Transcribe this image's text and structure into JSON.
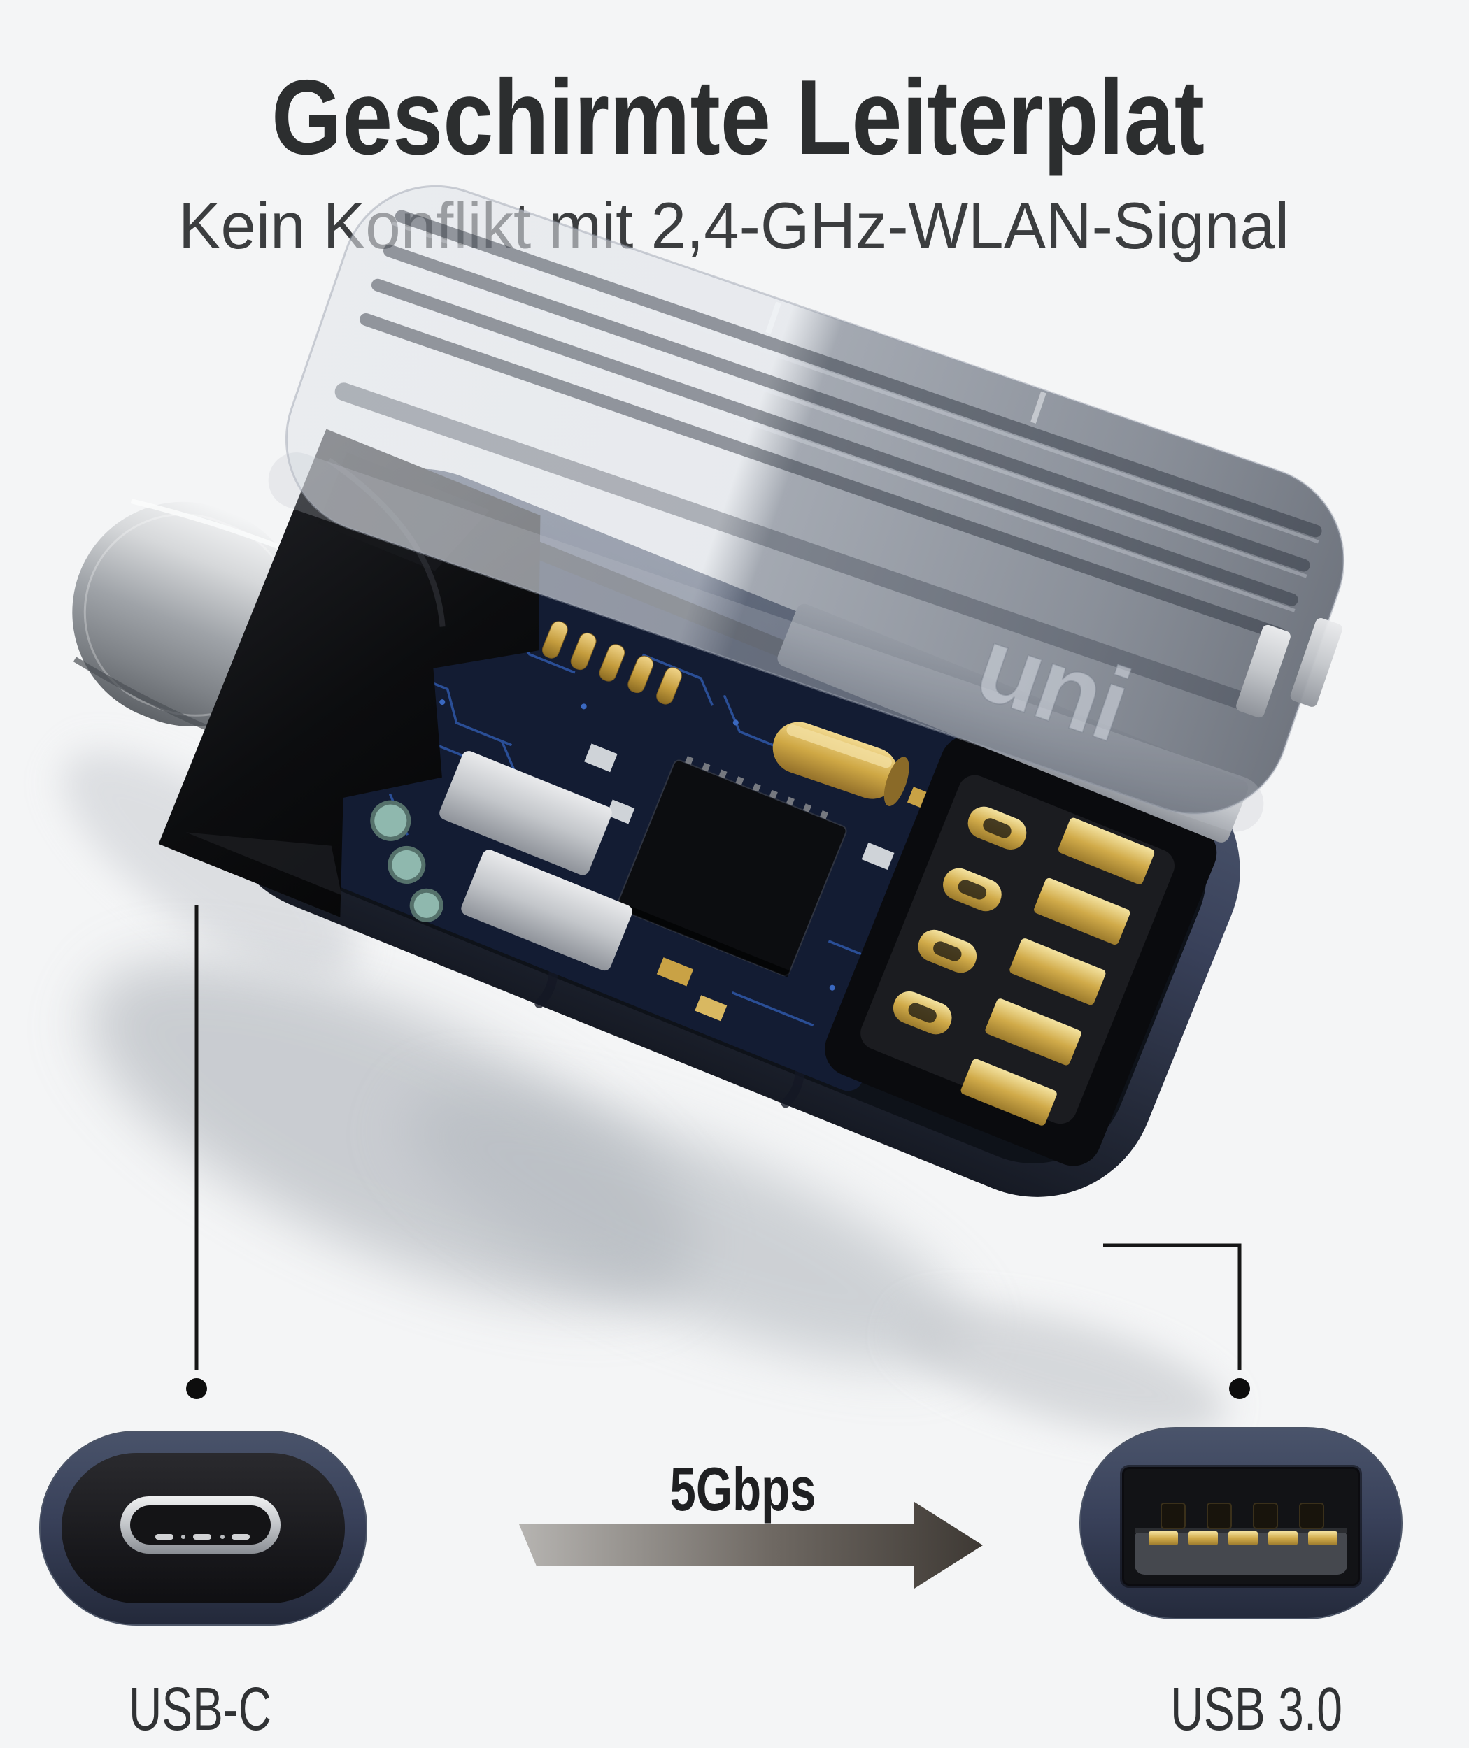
{
  "page": {
    "background": "#f4f5f6"
  },
  "header": {
    "title": "Geschirmte Leiterplat",
    "subtitle": "Kein Konflikt mit 2,4-GHz-WLAN-Signal"
  },
  "figure": {
    "type": "exploded-usb-adapter-render",
    "cover_logo": "uni",
    "speed": {
      "label": "5Gbps"
    },
    "ports": {
      "left": {
        "label": "USB-C"
      },
      "right": {
        "label": "USB 3.0"
      }
    }
  },
  "colors": {
    "background": "#f4f5f6",
    "title_text": "#2c2e2f",
    "subtitle_text": "#3b3d3f",
    "speed_text": "#1f2022",
    "label_text": "#303234",
    "body_navy": "#333a4c",
    "contact_gold": "#c9a245",
    "plug_silver": "#c0c3c7",
    "pcb_blue": "#2f57a8",
    "callout_black": "#161616",
    "arrow_light": "#b4b2af",
    "arrow_dark": "#3e3934"
  }
}
